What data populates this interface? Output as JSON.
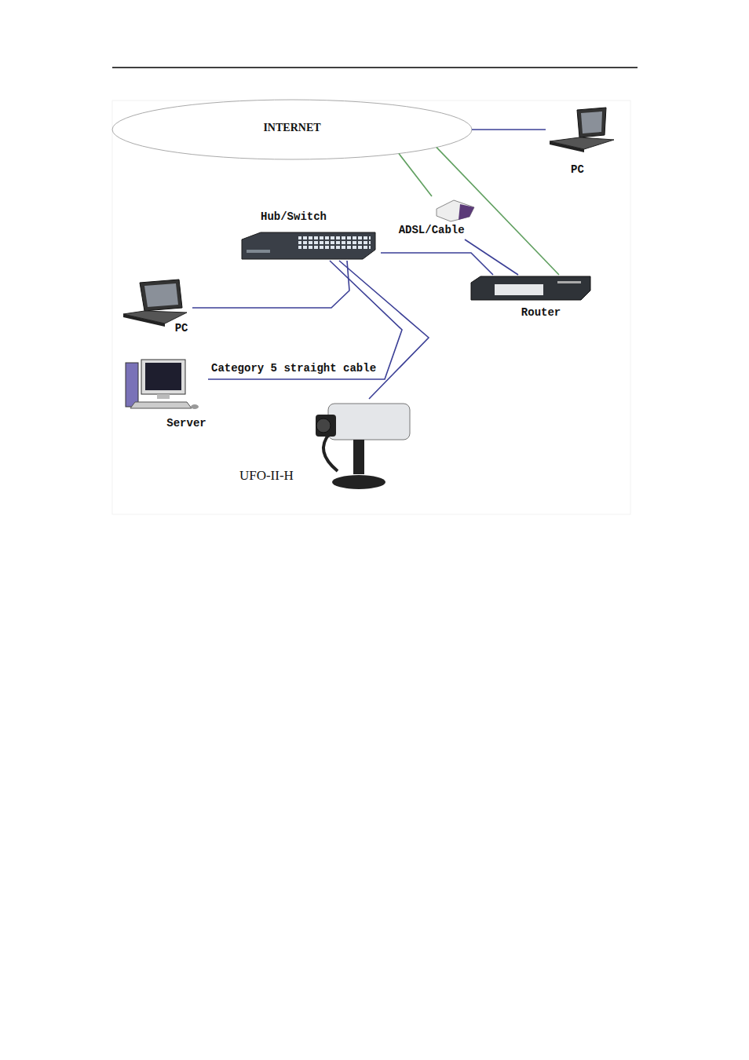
{
  "diagram": {
    "nodes": [
      {
        "text": [
          "INTERNET"
        ]
      },
      {
        "text": [
          "PC"
        ]
      },
      {
        "text": [
          "Hub/Switch"
        ]
      },
      {
        "text": [
          "ADSL/Cable"
        ]
      },
      {
        "text": [
          "Router"
        ]
      },
      {
        "text": [
          "PC"
        ]
      },
      {
        "text": [
          "Server"
        ]
      },
      {
        "text": [
          "UFO-II-H"
        ]
      }
    ],
    "edges": [
      {
        "from": 0,
        "to": 1,
        "arrow": "none"
      },
      {
        "from": 0,
        "to": 3,
        "arrow": "none"
      },
      {
        "from": 0,
        "to": 4,
        "arrow": "none"
      },
      {
        "from": 3,
        "to": 4,
        "arrow": "none"
      },
      {
        "from": 2,
        "to": 4,
        "arrow": "none"
      },
      {
        "from": 2,
        "to": 5,
        "arrow": "none"
      },
      {
        "from": 2,
        "to": 6,
        "label": "Category 5 straight cable",
        "arrow": "none"
      },
      {
        "from": 2,
        "to": 7,
        "arrow": "none"
      }
    ]
  }
}
